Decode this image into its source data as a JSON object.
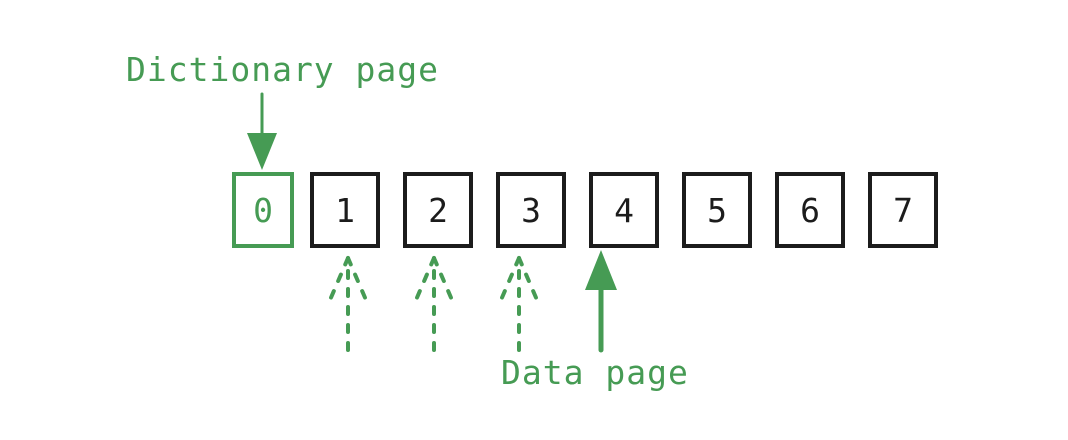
{
  "diagram": {
    "title_dictionary": "Dictionary page",
    "title_data": "Data page",
    "accent_color": "#469b54",
    "box_color": "#1c1c1c",
    "background": "#ffffff",
    "pages": [
      {
        "index": 0,
        "label": "0",
        "kind": "dictionary"
      },
      {
        "index": 1,
        "label": "1",
        "kind": "data"
      },
      {
        "index": 2,
        "label": "2",
        "kind": "data"
      },
      {
        "index": 3,
        "label": "3",
        "kind": "data"
      },
      {
        "index": 4,
        "label": "4",
        "kind": "data"
      },
      {
        "index": 5,
        "label": "5",
        "kind": "data"
      },
      {
        "index": 6,
        "label": "6",
        "kind": "data"
      },
      {
        "index": 7,
        "label": "7",
        "kind": "data"
      }
    ],
    "annotations": [
      {
        "name": "dictionary-page-annotation",
        "text": "Dictionary page",
        "arrow_direction": "down",
        "arrow_style": "solid",
        "points_to_page": 0
      },
      {
        "name": "data-page-annotation",
        "text": "Data page",
        "arrow_direction": "up",
        "arrow_style": "solid",
        "points_to_page": 4
      },
      {
        "name": "dictionary-reference-arrow-1",
        "text": "",
        "arrow_direction": "up",
        "arrow_style": "dotted",
        "points_to_page": 1
      },
      {
        "name": "dictionary-reference-arrow-2",
        "text": "",
        "arrow_direction": "up",
        "arrow_style": "dotted",
        "points_to_page": 2
      },
      {
        "name": "dictionary-reference-arrow-3",
        "text": "",
        "arrow_direction": "up",
        "arrow_style": "dotted",
        "points_to_page": 3
      }
    ]
  }
}
